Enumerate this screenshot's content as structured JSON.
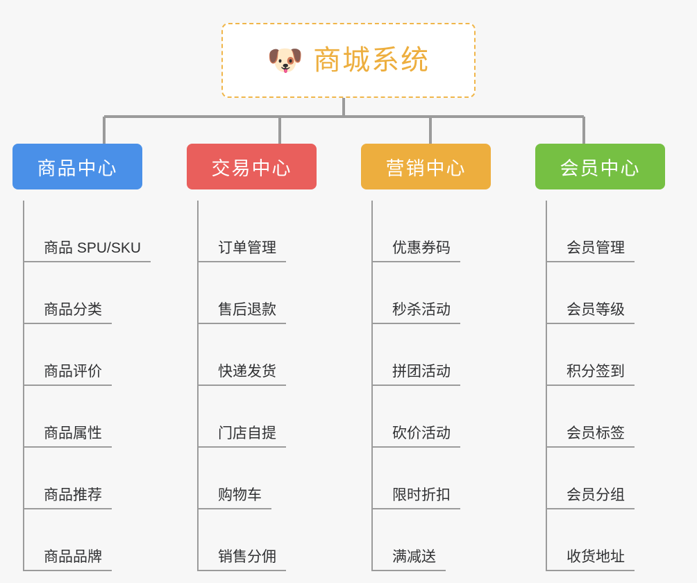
{
  "background_color": "#f7f7f7",
  "root": {
    "icon": "shiba-dog-face-emoji",
    "emoji": "🐶",
    "title": "商城系统",
    "text_color": "#edae3e",
    "border_color": "#f0b64a",
    "fill_color": "#ffffff"
  },
  "connector_color": "#9b9b9b",
  "columns": [
    {
      "id": "product-center",
      "title": "商品中心",
      "color": "#4a90e8",
      "items": [
        "商品 SPU/SKU",
        "商品分类",
        "商品评价",
        "商品属性",
        "商品推荐",
        "商品品牌"
      ]
    },
    {
      "id": "trade-center",
      "title": "交易中心",
      "color": "#e95f5c",
      "items": [
        "订单管理",
        "售后退款",
        "快递发货",
        "门店自提",
        "购物车",
        "销售分佣"
      ]
    },
    {
      "id": "marketing-center",
      "title": "营销中心",
      "color": "#edae3e",
      "items": [
        "优惠券码",
        "秒杀活动",
        "拼团活动",
        "砍价活动",
        "限时折扣",
        "满减送"
      ]
    },
    {
      "id": "member-center",
      "title": "会员中心",
      "color": "#76c043",
      "items": [
        "会员管理",
        "会员等级",
        "积分签到",
        "会员标签",
        "会员分组",
        "收货地址"
      ]
    }
  ]
}
